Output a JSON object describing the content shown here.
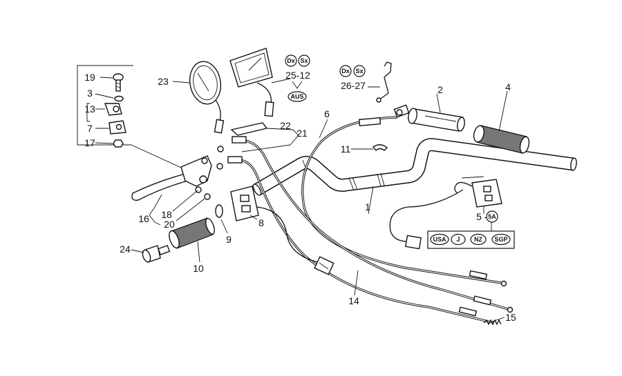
{
  "labels": {
    "n1": "1",
    "n2": "2",
    "n3": "3",
    "n4": "4",
    "n5": "5",
    "n5a": "5A",
    "n6": "6",
    "n7": "7",
    "n8": "8",
    "n9": "9",
    "n10": "10",
    "n11": "11",
    "n13": "13",
    "n14": "14",
    "n15": "15",
    "n16": "16",
    "n17": "17",
    "n18": "18",
    "n19": "19",
    "n20": "20",
    "n21": "21",
    "n22": "22",
    "n23": "23",
    "n24": "24",
    "n2512": "25-12",
    "n2627": "26-27"
  },
  "badges": {
    "dx": "Dx",
    "sx": "Sx",
    "aus": "AUS",
    "usa": "USA",
    "j": "J",
    "nz": "NZ",
    "sgp": "SGP"
  }
}
